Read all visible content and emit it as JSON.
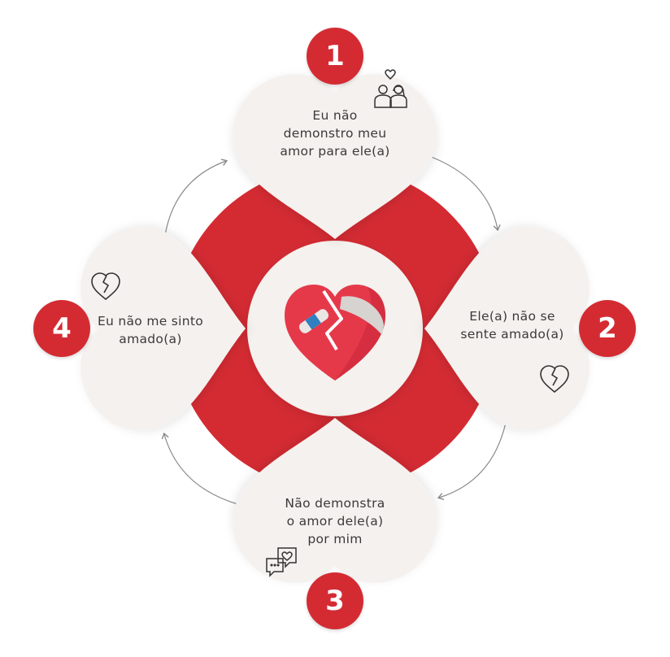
{
  "colors": {
    "ring": "#d42b33",
    "card": "#f4f1ee",
    "badge": "#d42b33",
    "arrow": "#8a8a8a",
    "text": "#3a3a3a"
  },
  "center": {
    "icon": "bandaged-heart-icon"
  },
  "steps": [
    {
      "number": "1",
      "lines": [
        "Eu não",
        "demonstro meu",
        "amor para ele(a)"
      ],
      "icon": "couple-love-icon"
    },
    {
      "number": "2",
      "lines": [
        "Ele(a) não se",
        "sente amado(a)"
      ],
      "icon": "broken-heart-icon"
    },
    {
      "number": "3",
      "lines": [
        "Não demonstra",
        "o amor dele(a)",
        "por mim"
      ],
      "icon": "chat-heart-icon"
    },
    {
      "number": "4",
      "lines": [
        "Eu não me sinto",
        "amado(a)"
      ],
      "icon": "broken-heart-icon"
    }
  ]
}
